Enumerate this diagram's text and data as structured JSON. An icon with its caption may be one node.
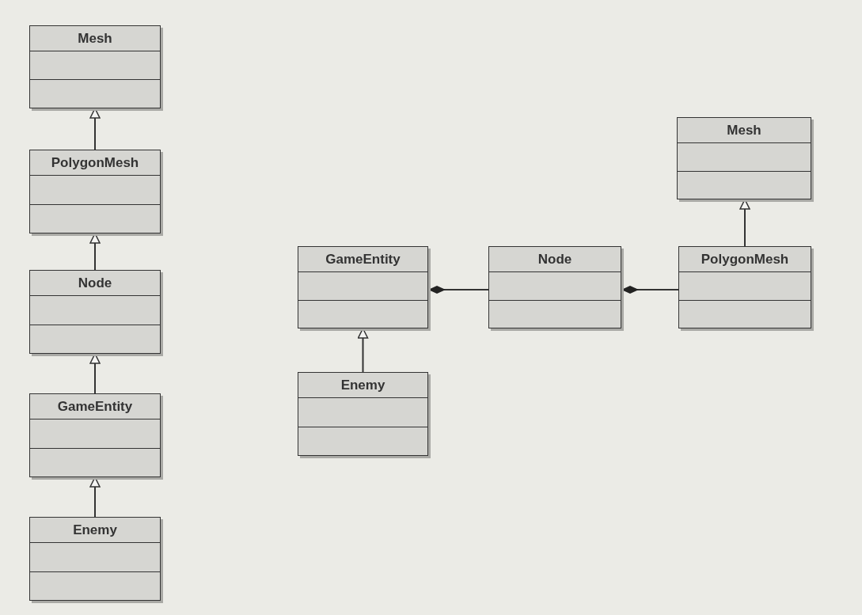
{
  "diagram": {
    "nodes": [
      {
        "text": [
          "Mesh"
        ]
      },
      {
        "text": [
          "PolygonMesh"
        ]
      },
      {
        "text": [
          "Node"
        ]
      },
      {
        "text": [
          "GameEntity"
        ]
      },
      {
        "text": [
          "Enemy"
        ]
      },
      {
        "text": [
          "Mesh"
        ]
      },
      {
        "text": [
          "GameEntity"
        ]
      },
      {
        "text": [
          "Node"
        ]
      },
      {
        "text": [
          "PolygonMesh"
        ]
      },
      {
        "text": [
          "Enemy"
        ]
      }
    ],
    "edges": [
      {
        "from": 1,
        "to": 0,
        "arrow": "to"
      },
      {
        "from": 2,
        "to": 1,
        "arrow": "to"
      },
      {
        "from": 3,
        "to": 2,
        "arrow": "to"
      },
      {
        "from": 4,
        "to": 3,
        "arrow": "to"
      },
      {
        "from": 8,
        "to": 5,
        "arrow": "to"
      },
      {
        "from": 6,
        "to": 7,
        "arrow": "other"
      },
      {
        "from": 7,
        "to": 8,
        "arrow": "other"
      },
      {
        "from": 9,
        "to": 6,
        "arrow": "to"
      }
    ]
  }
}
